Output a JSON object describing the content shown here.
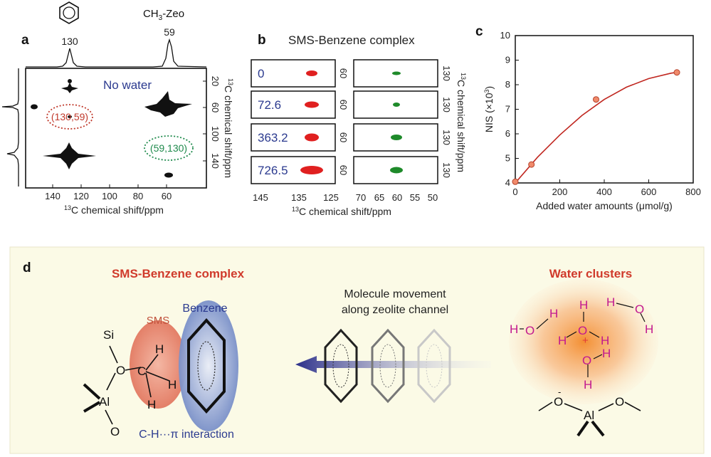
{
  "panels": {
    "a": {
      "label": "a",
      "benzene_peak": "130",
      "methyl_label": "CH",
      "methyl_sub": "3",
      "methyl_rest": "-Zeo",
      "methyl_peak": "59",
      "condition": "No water",
      "crosspeak_1": "(130,59)",
      "crosspeak_2": "(59,130)",
      "x_ticks": [
        "140",
        "120",
        "100",
        "80",
        "60"
      ],
      "y_ticks": [
        "20",
        "60",
        "100",
        "140"
      ],
      "x_axis_sup": "13",
      "x_axis": "C chemical shift/ppm",
      "y_axis_sup": "13",
      "y_axis": "C chemical shift/ppm",
      "colors": {
        "crosspeak_1": "#c0392b",
        "crosspeak_2": "#1f8a4c",
        "condition": "#2b3a8f"
      }
    },
    "b": {
      "label": "b",
      "title": "SMS-Benzene complex",
      "water_levels": [
        "0",
        "72.6",
        "363.2",
        "726.5"
      ],
      "left_column_label": "60",
      "right_column_label": "130",
      "left_x_ticks": [
        "145",
        "135",
        "125"
      ],
      "right_x_ticks": [
        "70",
        "65",
        "60",
        "55",
        "50"
      ],
      "x_axis_sup": "13",
      "x_axis": "C chemical shift/ppm",
      "y_axis_sup": "13",
      "y_axis": "C chemical shift/ppm",
      "colors": {
        "left_peak": "#e02020",
        "right_peak": "#1e8a2a",
        "levels": "#2b3a8f"
      }
    },
    "c": {
      "label": "c"
    },
    "d": {
      "label": "d",
      "left_title": "SMS-Benzene complex",
      "right_title": "Water clusters",
      "sms": "SMS",
      "benzene": "Benzene",
      "interaction": "C-H···π interaction",
      "movement_line1": "Molecule movement",
      "movement_line2": "along zeolite channel",
      "atoms": {
        "si": "Si",
        "o": "O",
        "al": "Al",
        "c": "C",
        "h": "H",
        "charge_minus": "-",
        "charge_plus": "+"
      },
      "colors": {
        "title": "#d03a2b",
        "benzene": "#2b3a8f",
        "sms": "#c0513b",
        "water_h": "#c2188f",
        "water_o": "#c2188f",
        "hydronium": "#e03a3a"
      }
    }
  },
  "chart_data": {
    "type": "scatter",
    "title": "",
    "xlabel": "Added water amounts (μmol/g)",
    "ylabel_main": "NIS (×10",
    "ylabel_sup": "3",
    "ylabel_end": ")",
    "xlim": [
      0,
      800
    ],
    "ylim": [
      4,
      10
    ],
    "x_ticks": [
      0,
      200,
      400,
      600,
      800
    ],
    "y_ticks": [
      4,
      5,
      6,
      7,
      8,
      9,
      10
    ],
    "series": [
      {
        "name": "NIS",
        "x": [
          0,
          72.6,
          363.2,
          726.5
        ],
        "y": [
          4.05,
          4.75,
          7.4,
          8.5
        ],
        "color": "#f08a6b"
      }
    ],
    "fit": {
      "name": "fit",
      "x": [
        0,
        100,
        200,
        300,
        400,
        500,
        600,
        700,
        740
      ],
      "y": [
        4.0,
        5.05,
        5.95,
        6.75,
        7.4,
        7.9,
        8.25,
        8.47,
        8.52
      ],
      "color": "#c0261f"
    },
    "grid": false
  }
}
